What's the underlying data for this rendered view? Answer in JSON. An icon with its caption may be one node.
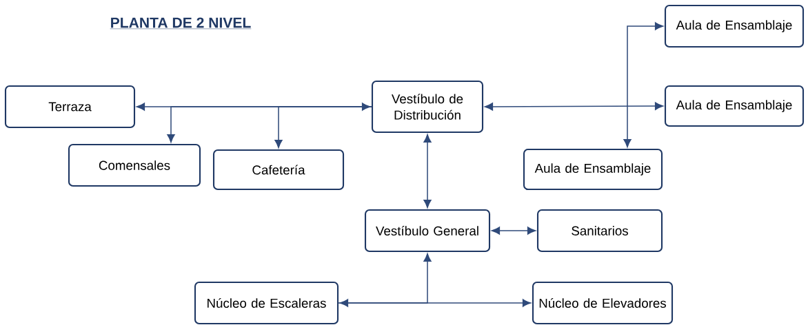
{
  "diagram": {
    "title": "PLANTA DE 2 NIVEL",
    "nodes": [
      {
        "text": [
          "Terraza"
        ]
      },
      {
        "text": [
          "Vestíbulo de Distribución"
        ]
      },
      {
        "text": [
          "Aula de Ensamblaje"
        ]
      },
      {
        "text": [
          "Aula de Ensamblaje"
        ]
      },
      {
        "text": [
          "Comensales"
        ]
      },
      {
        "text": [
          "Cafetería"
        ]
      },
      {
        "text": [
          "Aula de Ensamblaje"
        ]
      },
      {
        "text": [
          "Vestíbulo General"
        ]
      },
      {
        "text": [
          "Sanitarios"
        ]
      },
      {
        "text": [
          "Núcleo de Escaleras"
        ]
      },
      {
        "text": [
          "Núcleo de Elevadores"
        ]
      }
    ],
    "edges": [
      {
        "from": 0,
        "to": 1,
        "arrow": "both"
      },
      {
        "from": 1,
        "to": 4,
        "arrow": "to"
      },
      {
        "from": 1,
        "to": 5,
        "arrow": "to"
      },
      {
        "from": 1,
        "to": 3,
        "arrow": "both"
      },
      {
        "from": 6,
        "to": 2,
        "arrow": "both"
      },
      {
        "from": 1,
        "to": 7,
        "arrow": "both"
      },
      {
        "from": 7,
        "to": 8,
        "arrow": "both"
      },
      {
        "from": 9,
        "to": 10,
        "arrow": "both"
      },
      {
        "from": 9,
        "to": 7,
        "arrow": "to"
      }
    ]
  }
}
